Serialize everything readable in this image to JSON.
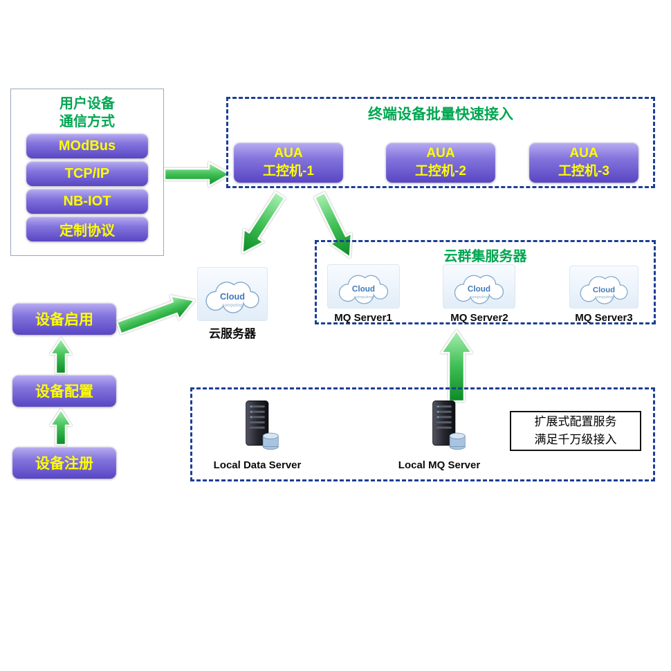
{
  "device_comm": {
    "title_line1": "用户设备",
    "title_line2": "通信方式",
    "items": [
      {
        "label": "MOdBus"
      },
      {
        "label": "TCP/IP"
      },
      {
        "label": "NB-IOT"
      },
      {
        "label": "定制协议"
      }
    ]
  },
  "terminal_access": {
    "title": "终端设备批量快速接入",
    "nodes": [
      {
        "line1": "AUA",
        "line2": "工控机-1"
      },
      {
        "line1": "AUA",
        "line2": "工控机-2"
      },
      {
        "line1": "AUA",
        "line2": "工控机-3"
      }
    ]
  },
  "cloud_icon": {
    "title": "Cloud",
    "subtitle": "computing"
  },
  "cloud_server": {
    "label": "云服务器"
  },
  "cloud_cluster": {
    "title": "云群集服务器",
    "servers": [
      {
        "label": "MQ Server1"
      },
      {
        "label": "MQ Server2"
      },
      {
        "label": "MQ Server3"
      }
    ]
  },
  "device_flow": {
    "steps": [
      {
        "label": "设备启用"
      },
      {
        "label": "设备配置"
      },
      {
        "label": "设备注册"
      }
    ]
  },
  "local_zone": {
    "servers": [
      {
        "label": "Local Data Server"
      },
      {
        "label": "Local MQ Server"
      }
    ],
    "note": {
      "line1": "扩展式配置服务",
      "line2": "满足千万级接入"
    }
  },
  "colors": {
    "title_green": "#00a651",
    "node_yellow": "#ffff00",
    "arrow_green": "#18a232",
    "dashed_border": "#1c3f94"
  }
}
